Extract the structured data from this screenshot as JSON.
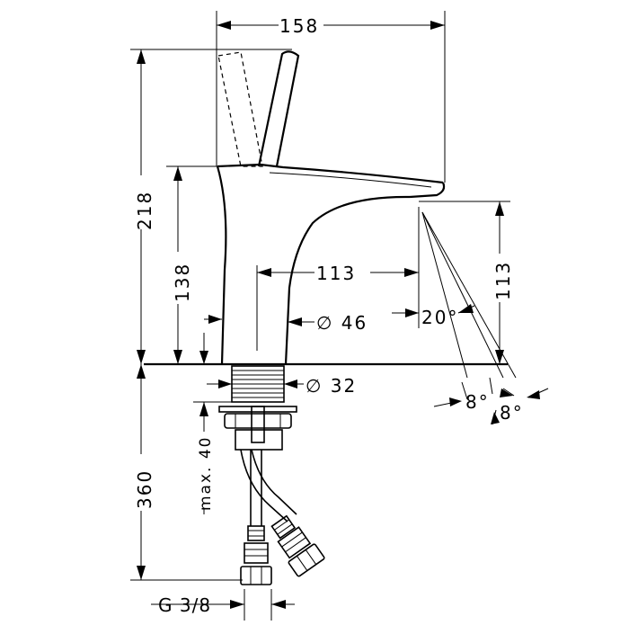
{
  "drawing": {
    "dimensions": {
      "total_width": "158",
      "total_height": "218",
      "spout_height": "138",
      "spout_reach": "113",
      "outlet_height": "113",
      "spray_angle": "20°",
      "angle_left": "8°",
      "angle_right": "8°",
      "body_diameter": "∅ 46",
      "shank_diameter": "∅ 32",
      "under_counter": "360",
      "max_counter": "max. 40",
      "connection": "G 3/8"
    }
  }
}
